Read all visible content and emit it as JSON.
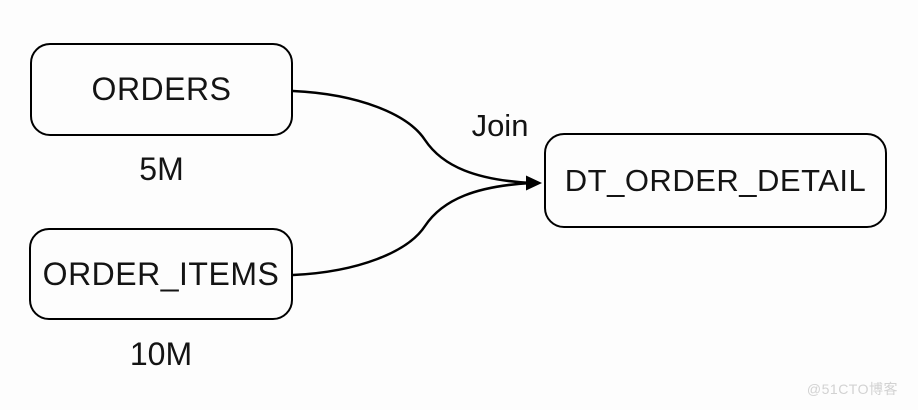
{
  "diagram": {
    "nodes": {
      "orders": {
        "label": "ORDERS",
        "count": "5M"
      },
      "order_items": {
        "label": "ORDER_ITEMS",
        "count": "10M"
      },
      "dt_order_detail": {
        "label": "DT_ORDER_DETAIL"
      }
    },
    "edges": {
      "join_label": "Join"
    },
    "colors": {
      "stroke": "#000000",
      "node_fill": "#fdfdfd",
      "text": "#141414",
      "watermark": "#d2d2d2"
    }
  },
  "watermark": {
    "text": "@51CTO博客"
  }
}
